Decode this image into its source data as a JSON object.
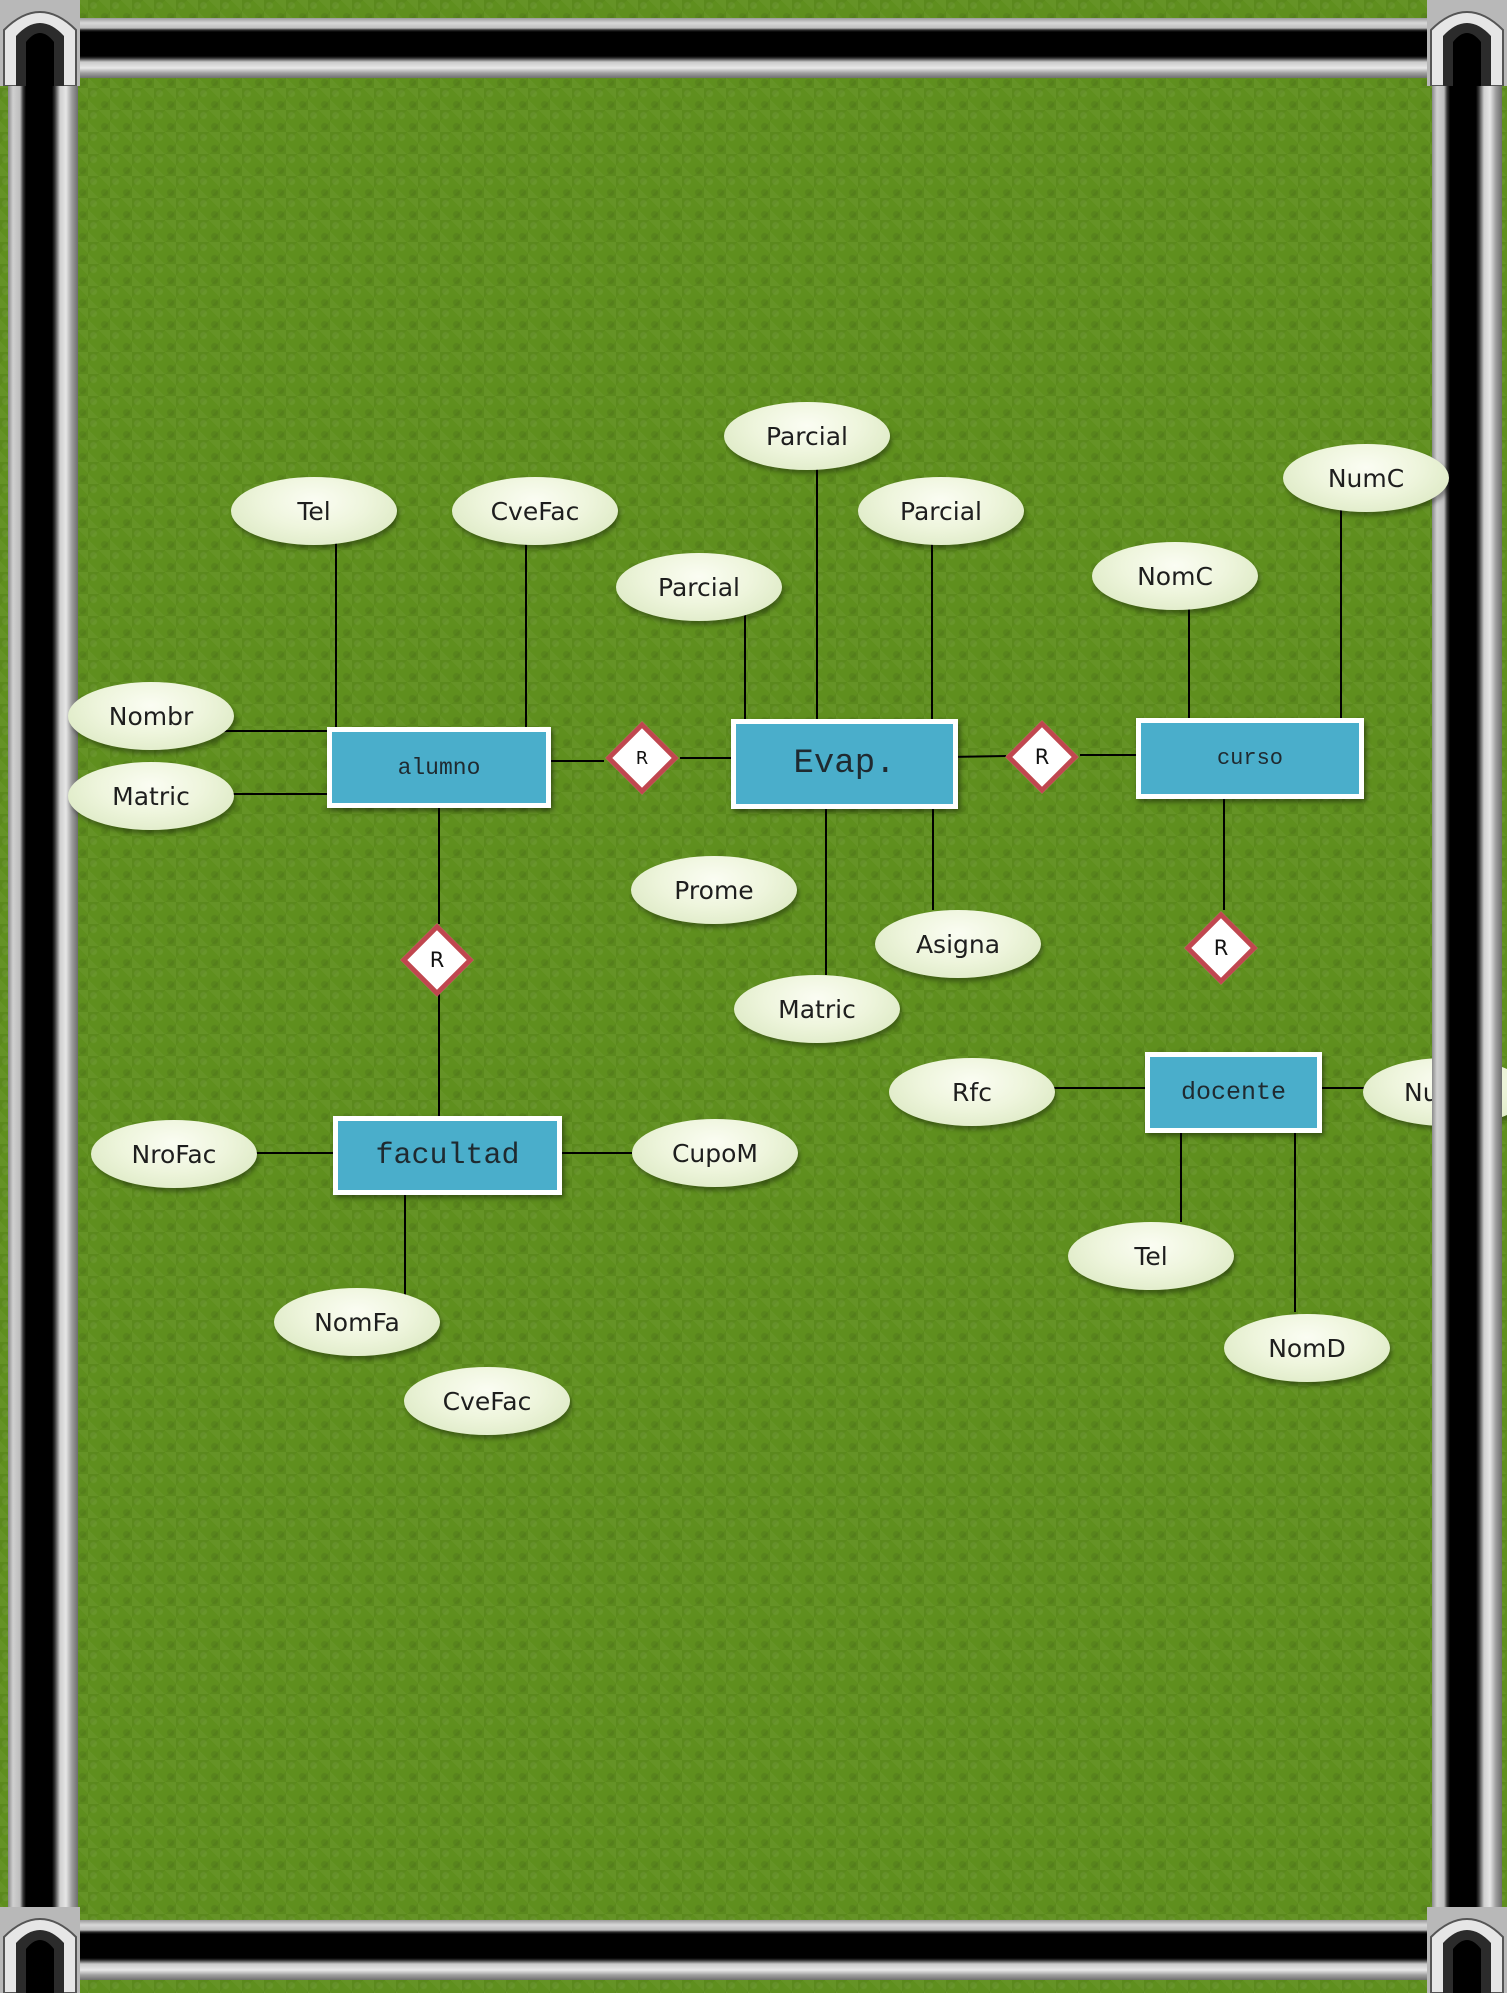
{
  "diagram": {
    "entities": {
      "alumno": "alumno",
      "evap": "Evap.",
      "curso": "curso",
      "facultad": "facultad",
      "docente": "docente"
    },
    "relationships": {
      "alumno_evap": "R",
      "evap_curso": "R",
      "alumno_facultad": "R",
      "curso_docente": "R"
    },
    "attributes": {
      "alumno_tel": "Tel",
      "alumno_cvefac": "CveFac",
      "alumno_nombr": "Nombr",
      "alumno_matric": "Matric",
      "evap_parcial_1": "Parcial",
      "evap_parcial_2": "Parcial",
      "evap_parcial_3": "Parcial",
      "evap_prome": "Prome",
      "evap_asigna": "Asigna",
      "evap_matric": "Matric",
      "curso_numc": "NumC",
      "curso_nomc": "NomC",
      "docente_rfc": "Rfc",
      "docente_num": "Num",
      "docente_tel": "Tel",
      "docente_nomd": "NomD",
      "facultad_nrofac": "NroFac",
      "facultad_cupom": "CupoM",
      "facultad_nomfa": "NomFa",
      "facultad_cvefac": "CveFac"
    }
  }
}
